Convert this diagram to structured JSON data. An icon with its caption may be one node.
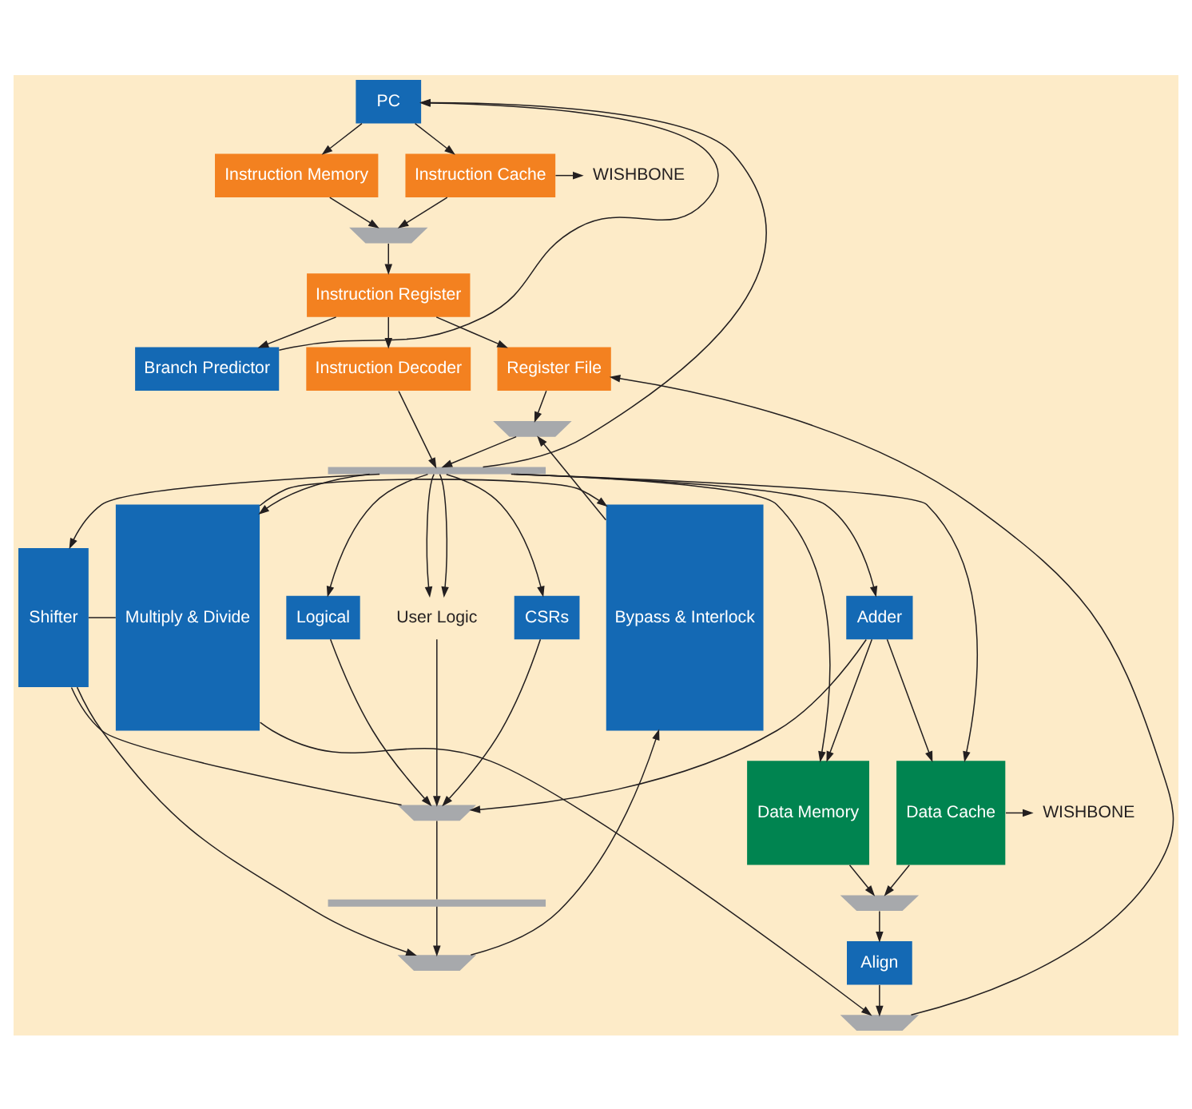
{
  "diagram": {
    "nodes": [
      {
        "text": [
          "PC"
        ]
      },
      {
        "text": [
          "WISHBONE"
        ]
      },
      {
        "text": [
          "Instruction Cache"
        ]
      },
      {
        "text": [
          "Instruction Memory"
        ]
      },
      {
        "text": [],
        "shape": "trapezoid"
      },
      {
        "text": [
          "Instruction Register"
        ]
      },
      {
        "text": [
          "Branch Predictor"
        ]
      },
      {
        "text": [
          "Instruction Decoder"
        ]
      },
      {
        "text": [
          "Register File"
        ]
      },
      {
        "text": [],
        "shape": "trapezoid"
      },
      {
        "text": [],
        "shape": "bar"
      },
      {
        "text": [
          "User Logic"
        ]
      },
      {
        "text": [
          "Adder"
        ]
      },
      {
        "text": [
          "CSRs"
        ]
      },
      {
        "text": [
          "Logical"
        ]
      },
      {
        "text": [
          "Shifter"
        ]
      },
      {
        "text": [
          "Multiply & Divide"
        ]
      },
      {
        "text": [
          "Bypass & Interlock"
        ]
      },
      {
        "text": [],
        "shape": "trapezoid"
      },
      {
        "text": [],
        "shape": "bar"
      },
      {
        "text": [
          "WISHBONE"
        ]
      },
      {
        "text": [
          "Data Cache"
        ]
      },
      {
        "text": [
          "Data Memory"
        ]
      },
      {
        "text": [],
        "shape": "trapezoid"
      },
      {
        "text": [],
        "shape": "trapezoid"
      },
      {
        "text": [
          "Align"
        ]
      },
      {
        "text": [],
        "shape": "trapezoid"
      }
    ],
    "edges": [
      {
        "from": 0,
        "to": 2,
        "arrow": "to"
      },
      {
        "from": 0,
        "to": 3,
        "arrow": "to"
      },
      {
        "from": 2,
        "to": 1,
        "arrow": "to"
      },
      {
        "from": 2,
        "to": 4,
        "arrow": "to"
      },
      {
        "from": 3,
        "to": 4,
        "arrow": "to"
      },
      {
        "from": 4,
        "to": 5,
        "arrow": "to"
      },
      {
        "from": 5,
        "to": 6,
        "arrow": "to"
      },
      {
        "from": 5,
        "to": 7,
        "arrow": "to"
      },
      {
        "from": 5,
        "to": 8,
        "arrow": "to"
      },
      {
        "from": 6,
        "to": 0,
        "arrow": "to"
      },
      {
        "from": 10,
        "to": 0,
        "arrow": "to"
      },
      {
        "from": 7,
        "to": 10,
        "arrow": "to"
      },
      {
        "from": 8,
        "to": 9,
        "arrow": "to"
      },
      {
        "from": 17,
        "to": 9,
        "arrow": "to"
      },
      {
        "from": 9,
        "to": 10,
        "arrow": "to"
      },
      {
        "from": 10,
        "to": 11,
        "arrow": "to"
      },
      {
        "from": 10,
        "to": 11,
        "arrow": "to"
      },
      {
        "from": 10,
        "to": 12,
        "arrow": "to"
      },
      {
        "from": 10,
        "to": 13,
        "arrow": "to"
      },
      {
        "from": 10,
        "to": 14,
        "arrow": "to"
      },
      {
        "from": 10,
        "to": 15,
        "arrow": "to"
      },
      {
        "from": 10,
        "to": 16,
        "arrow": "to"
      },
      {
        "from": 10,
        "to": 21,
        "arrow": "to"
      },
      {
        "from": 10,
        "to": 22,
        "arrow": "to"
      },
      {
        "from": 12,
        "to": 21,
        "arrow": "to"
      },
      {
        "from": 12,
        "to": 22,
        "arrow": "to"
      },
      {
        "from": 11,
        "to": 18,
        "arrow": "to"
      },
      {
        "from": 12,
        "to": 18,
        "arrow": "to"
      },
      {
        "from": 13,
        "to": 18,
        "arrow": "to"
      },
      {
        "from": 14,
        "to": 18,
        "arrow": "to"
      },
      {
        "from": 18,
        "to": 15,
        "arrow": "none"
      },
      {
        "from": 15,
        "to": 16,
        "arrow": "none"
      },
      {
        "from": 16,
        "to": 17,
        "arrow": "to"
      },
      {
        "from": 18,
        "to": 19,
        "arrow": "none"
      },
      {
        "from": 19,
        "to": 24,
        "arrow": "to"
      },
      {
        "from": 15,
        "to": 24,
        "arrow": "to"
      },
      {
        "from": 24,
        "to": 17,
        "arrow": "to"
      },
      {
        "from": 21,
        "to": 20,
        "arrow": "to"
      },
      {
        "from": 21,
        "to": 23,
        "arrow": "to"
      },
      {
        "from": 22,
        "to": 23,
        "arrow": "to"
      },
      {
        "from": 23,
        "to": 25,
        "arrow": "to"
      },
      {
        "from": 25,
        "to": 26,
        "arrow": "to"
      },
      {
        "from": 16,
        "to": 26,
        "arrow": "to"
      },
      {
        "from": 26,
        "to": 8,
        "arrow": "to"
      }
    ]
  }
}
